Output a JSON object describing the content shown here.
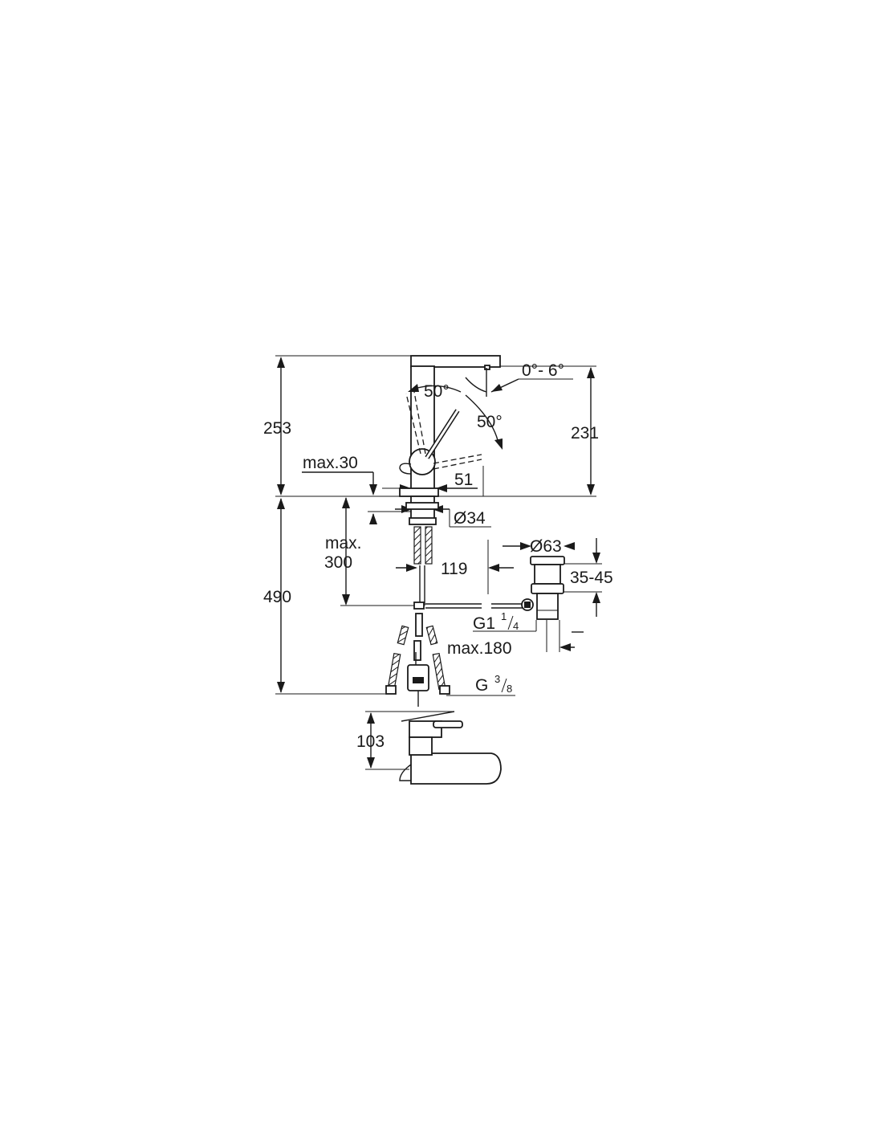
{
  "dimensions": {
    "total_height": "253",
    "spout_height": "231",
    "deck_thickness": "max.30",
    "body_to_lever": "51",
    "tail_diameter": "Ø34",
    "hose_length_line1": "max.",
    "hose_length_line2": "300",
    "below_deck_height": "490",
    "drain_offset": "119",
    "waste_diameter": "Ø63",
    "waste_range": "35-45",
    "waste_thread_main": "G1",
    "waste_thread_num": "1",
    "waste_thread_den": "4",
    "pull_rod": "max.180",
    "hose_thread_main": "G",
    "hose_thread_num": "3",
    "hose_thread_den": "8",
    "swivel_angle": "0°- 6°",
    "lever_angle_left": "50°",
    "lever_angle_right": "50°",
    "side_view_height": "103"
  }
}
